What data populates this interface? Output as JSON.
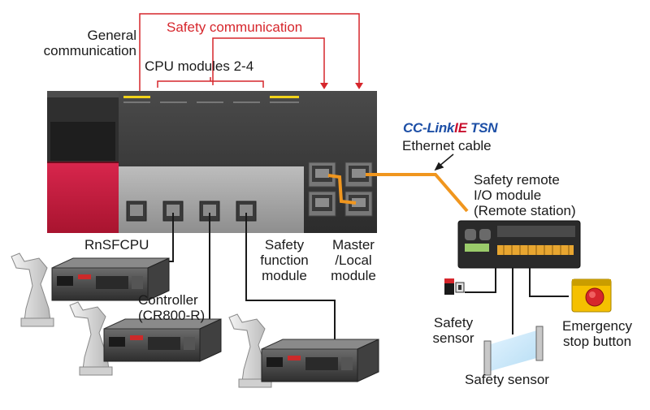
{
  "labels": {
    "general_communication": [
      "General",
      "communication"
    ],
    "safety_communication": "Safety communication",
    "cpu_modules": "CPU modules 2-4",
    "protocol_logo_part1": "CC-Link",
    "protocol_logo_part2": "IE",
    "protocol_logo_part3": "TSN",
    "ethernet_cable": "Ethernet cable",
    "safety_remote_io": [
      "Safety remote",
      "I/O module",
      "(Remote station)"
    ],
    "rnsfcpu": "RnSFCPU",
    "safety_function_module": [
      "Safety",
      "function",
      "module"
    ],
    "master_local_module": [
      "Master",
      "/Local",
      "module"
    ],
    "controller": [
      "Controller",
      "(CR800-R)"
    ],
    "safety_sensor_small": [
      "Safety",
      "sensor"
    ],
    "safety_sensor_light_curtain": "Safety sensor",
    "emergency_stop": [
      "Emergency",
      "stop button"
    ]
  },
  "colors": {
    "safety_red": "#d6262c",
    "ethernet_orange": "#f0961e",
    "power_unit_red": "#c41a3d",
    "cclink_blue": "#1d4fa6",
    "estop_yellow": "#f5c000"
  }
}
